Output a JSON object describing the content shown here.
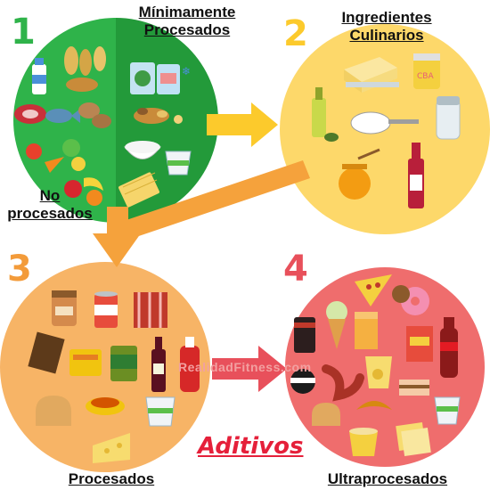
{
  "stages": [
    {
      "number": "1",
      "title_line1": "Mínimamente",
      "title_line2": "Procesados",
      "sub_line1": "No",
      "sub_line2": "procesados",
      "color": "#2fb34a",
      "dark": "#239a3a"
    },
    {
      "number": "2",
      "title_line1": "Ingredientes",
      "title_line2": "Culinarios",
      "color": "#fdd86a"
    },
    {
      "number": "3",
      "title": "Procesados",
      "color": "#f7b466"
    },
    {
      "number": "4",
      "title": "Ultraprocesados",
      "color": "#ef6d6d"
    }
  ],
  "number_colors": {
    "1": "#2fb34a",
    "2": "#fcca2c",
    "3": "#f39b3a",
    "4": "#e8505b"
  },
  "arrow_colors": {
    "green_to_yellow": "#fcca2c",
    "yellow_to_orange": "#f5a23c",
    "orange_to_red": "#e8505b"
  },
  "watermark": "RealidadFitness.com",
  "additives_label": "Aditivos",
  "icons": {
    "stage1": [
      "milk-bottle-icon",
      "grain-ears-icon",
      "meat-icon",
      "fish-icon",
      "potatoes-icon",
      "vegetables-icon",
      "fruits-icon",
      "frozen-veg-bag-icon",
      "frozen-fish-bag-icon",
      "nuts-icon",
      "rice-bowl-icon",
      "pasta-icon",
      "yogurt-icon"
    ],
    "stage2": [
      "olive-oil-icon",
      "butter-icon",
      "spice-jar-icon",
      "salt-shaker-icon",
      "sugar-spoon-icon",
      "honey-jar-icon",
      "vinegar-bottle-icon"
    ],
    "stage3": [
      "jar-icon",
      "can-icon",
      "bacon-icon",
      "chocolate-bar-icon",
      "sardine-tin-icon",
      "canned-veg-icon",
      "wine-bottle-icon",
      "ketchup-icon",
      "bread-icon",
      "cheese-icon",
      "yogurt-icon"
    ],
    "stage4": [
      "soda-can-icon",
      "ice-cream-icon",
      "juice-box-icon",
      "pizza-icon",
      "donut-icon",
      "cereal-box-icon",
      "cola-bottle-icon",
      "cookie-icon",
      "sausage-icon",
      "chips-bag-icon",
      "pastry-icon",
      "sliced-bread-icon",
      "croissant-icon",
      "instant-noodles-icon",
      "cheese-slices-icon",
      "yogurt-icon"
    ]
  }
}
